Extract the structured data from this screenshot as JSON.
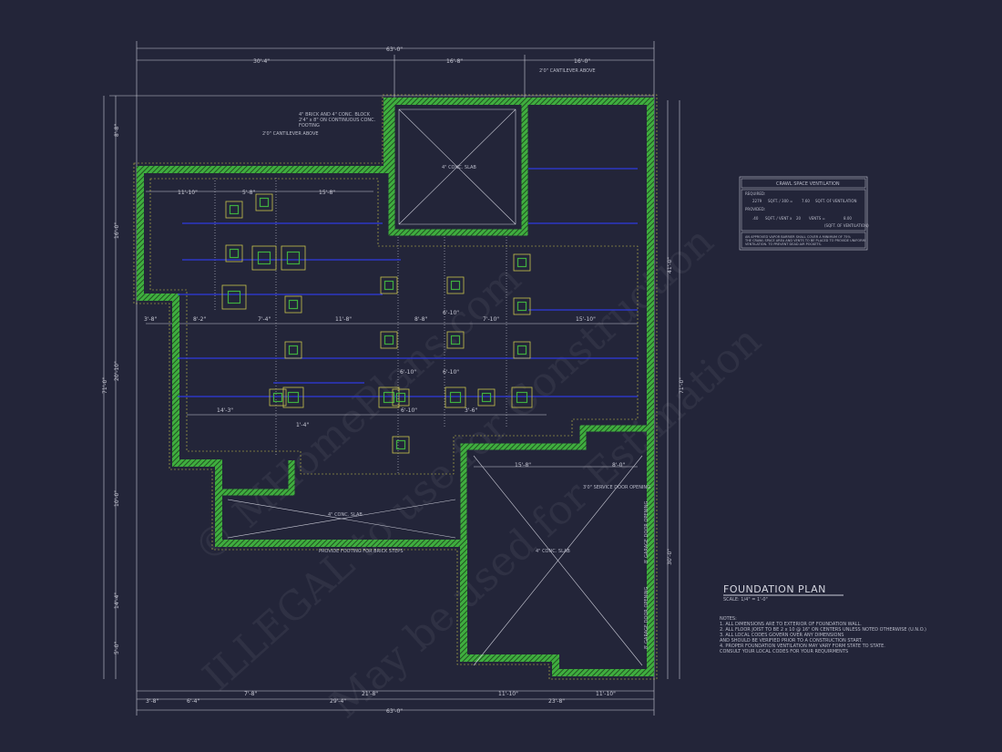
{
  "drawing": {
    "title": "FOUNDATION PLAN",
    "scale": "SCALE:  1/4\" = 1'-0\"",
    "notes_heading": "NOTES:",
    "notes": [
      "1. ALL DIMENSIONS ARE TO EXTERIOR OF FOUNDATION WALL.",
      "2. ALL FLOOR JOIST TO BE 2 x 10 @ 16\" ON CENTERS UNLESS NOTED OTHERWISE (U.N.O.)",
      "3. ALL LOCAL CODES GOVERN OVER ANY DIMENSIONS",
      "AND SHOULD BE VERIFIED PRIOR TO A CONSTRUCTION START.",
      "4. PROPER FOUNDATION VENTILATION MAY VARY FORM STATE TO STATE.",
      "CONSULT YOUR LOCAL CODES FOR YOUR REQUIRMENTS"
    ],
    "colors": {
      "background": "#232539",
      "wall": "#3fae3f",
      "footing": "#c8c24a",
      "beam": "#2f3ae0",
      "line": "#c9cad6"
    }
  },
  "ventilation": {
    "title": "CRAWL SPACE VENTILATION",
    "required_label": "REQUIRED:",
    "required_area": "2279",
    "required_text": "SQFT. / 300  =",
    "required_value": "7.60",
    "required_unit": "SQFT. OF VENTILATION",
    "provided_label": "PROVIDED:",
    "provided_per_vent": ".40",
    "provided_text": "SQFT. / VENT  x",
    "vents": "20",
    "vents_text": "VENTS  =",
    "provided_value": "8.00",
    "provided_unit": "(SQFT. OF VENTILATION)",
    "note": [
      "AN APPROVED VAPOR BARRIER SHALL COVER A MINIMUM OF 75%",
      "THE CRAWL SPACE AREA AND VENTS TO BE PLACED TO PROVIDE UNIFORM",
      "VENTILATION.  TO PREVENT DEAD AIR POCKETS."
    ]
  },
  "labels": {
    "cantilever_top": "2'0\" CANTILEVER ABOVE",
    "cantilever_left": "2'0\" CANTILEVER ABOVE",
    "brick_note": [
      "4\" BRICK AND 4\" CONC. BLOCK",
      "2'4\" x 8\" ON CONTINUOUS CONC.",
      "FOOTING"
    ],
    "slab_top": "4\" CONC. SLAB",
    "slab_porch": "4\" CONC. SLAB",
    "slab_garage": "4\" CONC. SLAB",
    "brick_steps": "PROVIDE FOOTING FOR BRICK STEPS",
    "service_door": "3'0\" SERVICE DOOR OPENING",
    "garage_door_1": "8' GARAGE DOOR OPENING",
    "garage_door_2": "8' GARAGE DOOR OPENING"
  },
  "dimensions": {
    "top_overall": "63'-0\"",
    "top": [
      "30'-4\"",
      "16'-8\"",
      "16'-0\""
    ],
    "bottom_overall": "63'-0\"",
    "bottom_row1": [
      "7'-8\"",
      "21'-8\"",
      "11'-10\"",
      "11'-10\""
    ],
    "bottom_row2": [
      "3'-8\"",
      "6'-4\"",
      "29'-4\"",
      "23'-8\""
    ],
    "left": [
      "8'-8\"",
      "16'-0\"",
      "20'-10\"",
      "10'-0\"",
      "14'-4\"",
      "5'-0\""
    ],
    "left_overall": "71'-0\"",
    "right_overall": "71'-0\"",
    "right_upper": "41'-0\"",
    "right_lower": "30'-0\"",
    "interior": [
      "11'-10\"",
      "5'-8\"",
      "15'-8\"",
      "3'-8\"",
      "8'-2\"",
      "7'-4\"",
      "11'-8\"",
      "8'-8\"",
      "7'-10\"",
      "15'-10\"",
      "14'-3\"",
      "1'-4\"",
      "6'-10\"",
      "3'-6\"",
      "15'-8\"",
      "8'-0\"",
      "6'-10\"",
      "6'-10\"",
      "6'-10\""
    ]
  },
  "watermark": [
    "© MHomePlans.com",
    "ILLEGAL to use for Construction",
    "May be used for Estimation"
  ]
}
